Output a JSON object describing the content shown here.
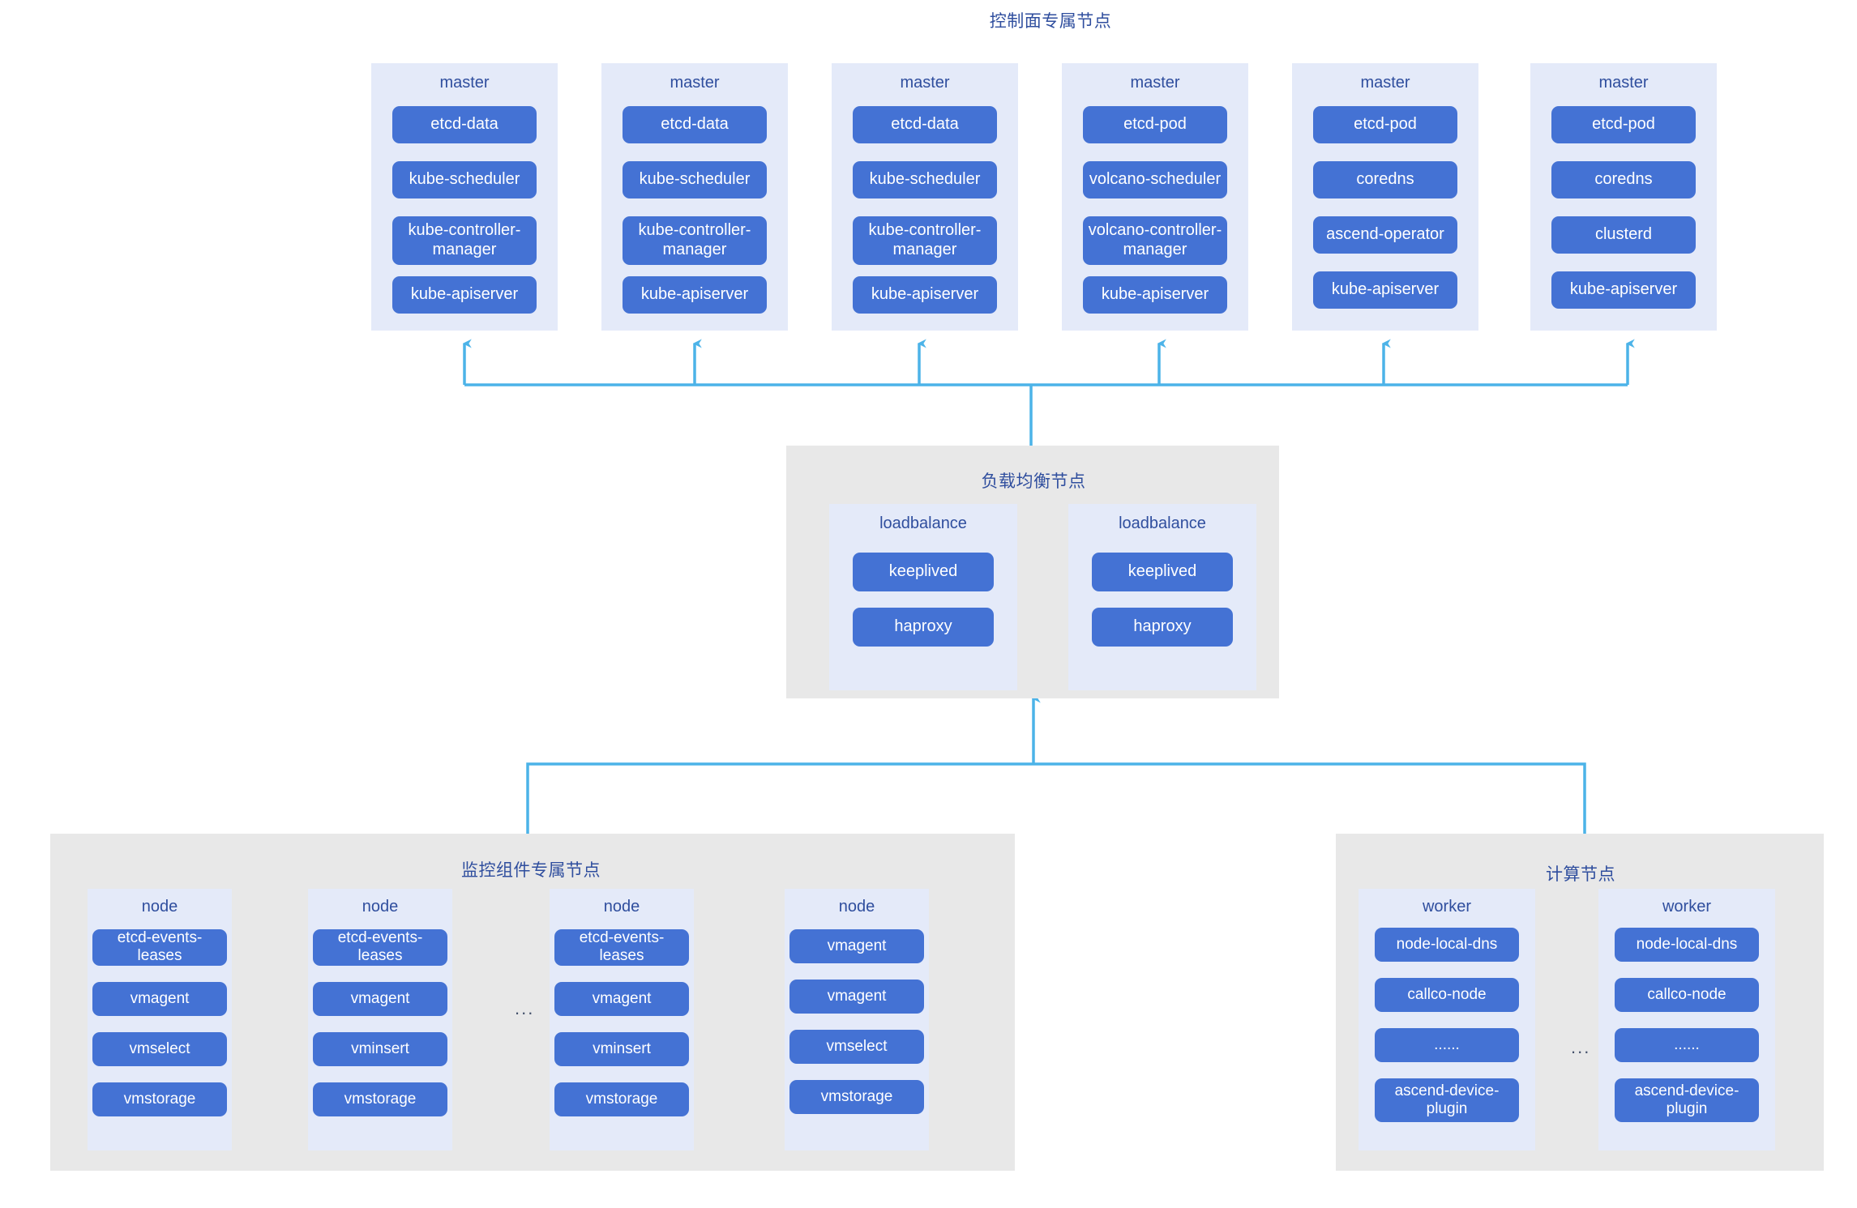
{
  "diagram": {
    "title_control_plane": "控制面专属节点",
    "title_loadbalance": "负载均衡节点",
    "title_monitoring": "监控组件专属节点",
    "title_compute": "计算节点",
    "colors": {
      "pod_blue": "#4472d4",
      "host_light_blue": "#e4eaf9",
      "group_grey": "#e8e8e8",
      "title_text": "#2f4e9e",
      "connector_blue": "#4cb3e8",
      "page_background": "#ffffff"
    }
  },
  "control_plane": {
    "masters": [
      {
        "label": "master",
        "pods": [
          "etcd-data",
          "kube-scheduler",
          "kube-controller-\nmanager",
          "kube-apiserver"
        ]
      },
      {
        "label": "master",
        "pods": [
          "etcd-data",
          "kube-scheduler",
          "kube-controller-\nmanager",
          "kube-apiserver"
        ]
      },
      {
        "label": "master",
        "pods": [
          "etcd-data",
          "kube-scheduler",
          "kube-controller-\nmanager",
          "kube-apiserver"
        ]
      },
      {
        "label": "master",
        "pods": [
          "etcd-pod",
          "volcano-scheduler",
          "volcano-controller-\nmanager",
          "kube-apiserver"
        ]
      },
      {
        "label": "master",
        "pods": [
          "etcd-pod",
          "coredns",
          "ascend-operator",
          "kube-apiserver"
        ]
      },
      {
        "label": "master",
        "pods": [
          "etcd-pod",
          "coredns",
          "clusterd",
          "kube-apiserver"
        ]
      }
    ]
  },
  "loadbalance": {
    "nodes": [
      {
        "label": "loadbalance",
        "pods": [
          "keeplived",
          "haproxy"
        ]
      },
      {
        "label": "loadbalance",
        "pods": [
          "keeplived",
          "haproxy"
        ]
      }
    ]
  },
  "monitoring": {
    "nodes": [
      {
        "label": "node",
        "pods": [
          "etcd-events-leases",
          "vmagent",
          "vmselect",
          "vmstorage"
        ]
      },
      {
        "label": "node",
        "pods": [
          "etcd-events-leases",
          "vmagent",
          "vminsert",
          "vmstorage"
        ]
      },
      {
        "label": "node",
        "pods": [
          "etcd-events-leases",
          "vmagent",
          "vminsert",
          "vmstorage"
        ]
      },
      {
        "label": "node",
        "pods": [
          "vmagent",
          "vmagent",
          "vmselect",
          "vmstorage"
        ]
      }
    ],
    "ellipsis": "..."
  },
  "compute": {
    "workers": [
      {
        "label": "worker",
        "pods": [
          "node-local-dns",
          "callco-node",
          "......",
          "ascend-device-\nplugin"
        ]
      },
      {
        "label": "worker",
        "pods": [
          "node-local-dns",
          "callco-node",
          "......",
          "ascend-device-\nplugin"
        ]
      }
    ],
    "ellipsis": "..."
  }
}
